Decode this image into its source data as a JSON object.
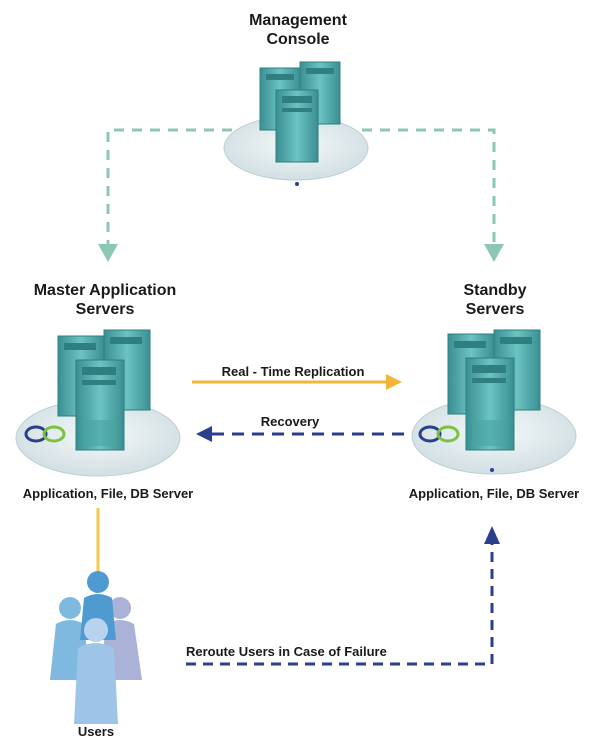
{
  "nodes": {
    "management": {
      "line1": "Management",
      "line2": "Console"
    },
    "master": {
      "line1": "Master Application",
      "line2": "Servers",
      "caption": "Application, File, DB Server"
    },
    "standby": {
      "line1": "Standby",
      "line2": "Servers",
      "caption": "Application, File, DB Server"
    },
    "users": {
      "label": "Users"
    }
  },
  "edges": {
    "replication": "Real - Time Replication",
    "recovery": "Recovery",
    "reroute": "Reroute Users in Case of Failure"
  },
  "colors": {
    "server_teal": "#58b3b3",
    "server_dark": "#2f7f80",
    "platform": "#d9e7ea",
    "console_link": "#8cc7b5",
    "replication": "#f0b63a",
    "recovery": "#2b3f8c",
    "users_link": "#f2c94c",
    "users_blue": "#4f9bd1",
    "users_purple": "#aab2d8"
  }
}
